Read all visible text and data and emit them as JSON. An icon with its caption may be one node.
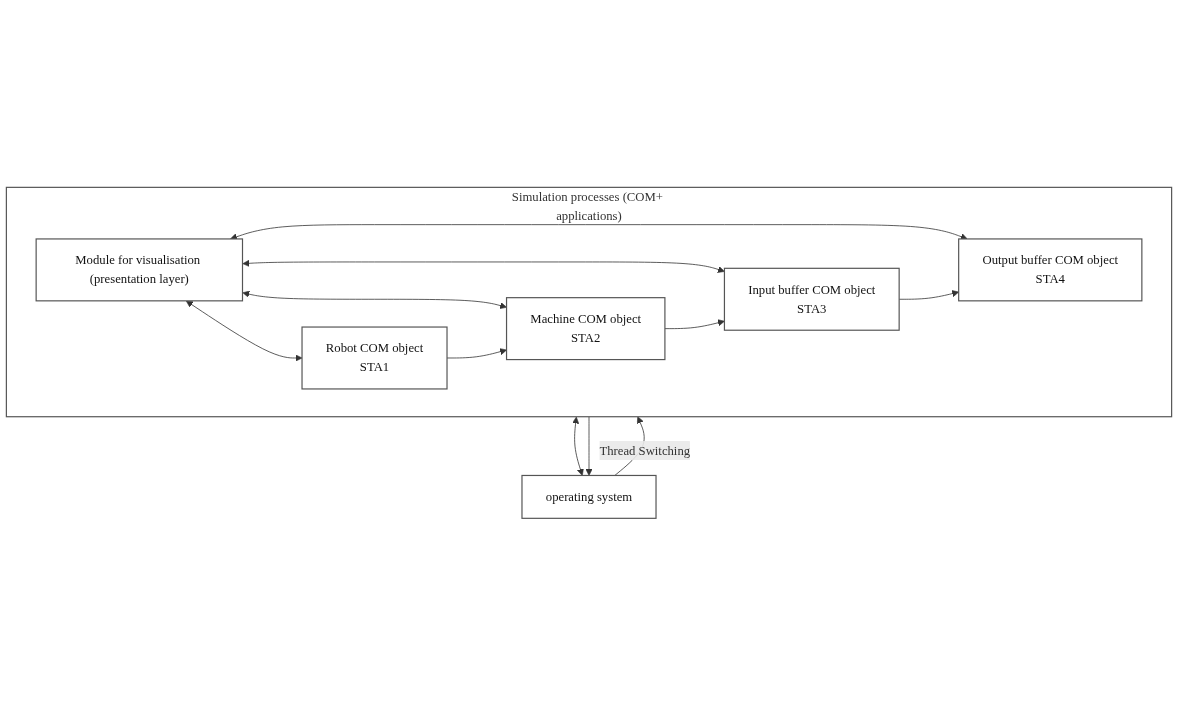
{
  "diagram": {
    "nodes": [
      {
        "text": [
          "Simulation processes (COM+ applications)"
        ]
      },
      {
        "text": [
          "Module for visualisation (presentation layer)"
        ],
        "in": 0
      },
      {
        "text": [
          "Robot COM object",
          "STA1"
        ],
        "in": 0
      },
      {
        "text": [
          "Machine COM object",
          "STA2"
        ],
        "in": 0
      },
      {
        "text": [
          "Input buffer COM object",
          "STA3"
        ],
        "in": 0
      },
      {
        "text": [
          "Output buffer COM object",
          "STA4"
        ],
        "in": 0
      },
      {
        "text": [
          "operating system"
        ]
      }
    ],
    "edges": [
      {
        "from": 1,
        "to": 2,
        "arrow": "both"
      },
      {
        "from": 1,
        "to": 3,
        "arrow": "both"
      },
      {
        "from": 1,
        "to": 4,
        "arrow": "both"
      },
      {
        "from": 1,
        "to": 5,
        "arrow": "both"
      },
      {
        "from": 2,
        "to": 3,
        "arrow": "to"
      },
      {
        "from": 3,
        "to": 4,
        "arrow": "to"
      },
      {
        "from": 4,
        "to": 5,
        "arrow": "to"
      },
      {
        "from": 0,
        "to": 6,
        "arrow": "both"
      },
      {
        "from": 6,
        "to": 0,
        "arrow": "to",
        "label": "Thread Switching"
      },
      {
        "from": 0,
        "to": 6,
        "arrow": "to"
      }
    ]
  }
}
